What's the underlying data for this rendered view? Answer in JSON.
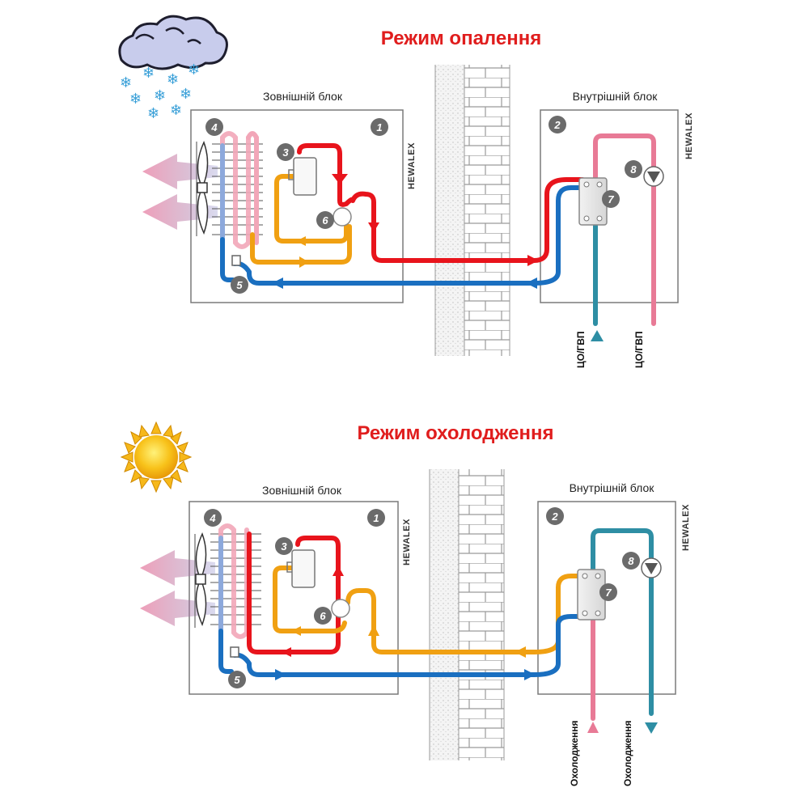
{
  "colors": {
    "hot": "#e8141c",
    "warm": "#f0a012",
    "cold": "#1a6fc0",
    "water_hot": "#e87a96",
    "water_cold": "#2e8ea4",
    "title": "#e01d1d",
    "badge": "#6b6b6b"
  },
  "heating": {
    "title": "Режим опалення",
    "outdoor_label": "Зовнішній блок",
    "indoor_label": "Внутрішній блок",
    "brand": "HEWALEX",
    "pipe_label_left": "ЦО/ГВП",
    "pipe_label_right": "ЦО/ГВП",
    "weather_icon": "snow-cloud-icon"
  },
  "cooling": {
    "title": "Режим охолодження",
    "outdoor_label": "Зовнішній блок",
    "indoor_label": "Внутрішній блок",
    "brand": "HEWALEX",
    "pipe_label_left": "Охолодження",
    "pipe_label_right": "Охолодження",
    "weather_icon": "sun-icon"
  },
  "badges": [
    "1",
    "2",
    "3",
    "4",
    "5",
    "6",
    "7",
    "8"
  ]
}
